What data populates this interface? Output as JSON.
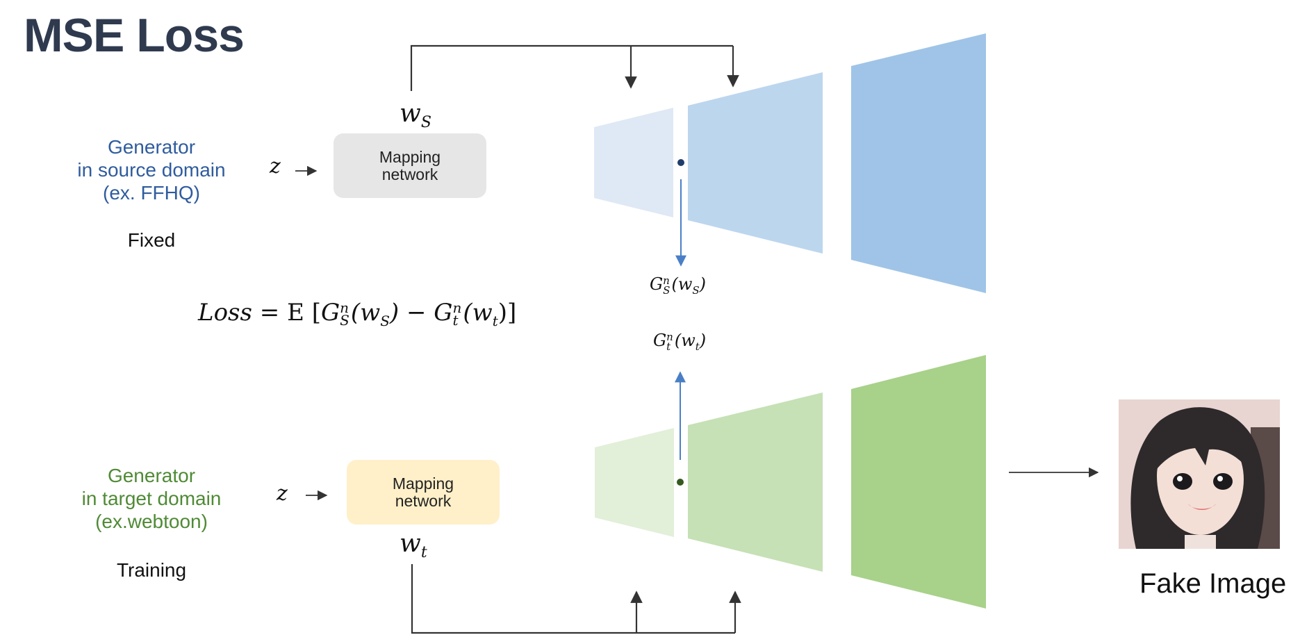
{
  "title": "MSE Loss",
  "source": {
    "label_lines": [
      "Generator",
      "in source domain",
      "(ex. FFHQ)"
    ],
    "state": "Fixed",
    "z": "z",
    "mapping_lines": [
      "Mapping",
      "network"
    ],
    "w": "w",
    "w_sub": "S",
    "feature": "G",
    "feature_sup": "n",
    "feature_sub": "S",
    "feature_arg": "(w",
    "feature_arg_sub": "S",
    "feature_close": ")",
    "colors": [
      "#dfe9f5",
      "#bcd6ee",
      "#9fc4e7"
    ],
    "label_color": "#2f5c9e"
  },
  "target": {
    "label_lines": [
      "Generator",
      "in target domain",
      "(ex.webtoon)"
    ],
    "state": "Training",
    "z": "z",
    "mapping_lines": [
      "Mapping",
      "network"
    ],
    "w": "w",
    "w_sub": "t",
    "feature": "G",
    "feature_sup": "n",
    "feature_sub": "t",
    "feature_arg": "(w",
    "feature_arg_sub": "t",
    "feature_close": ")",
    "colors": [
      "#e2efd9",
      "#c6e1b5",
      "#a8d18a"
    ],
    "label_color": "#4f8a35"
  },
  "loss": {
    "lhs": "Loss",
    "eq": " = ",
    "E": "E",
    "open": " [",
    "G1": "G",
    "G1_sup": "n",
    "G1_sub": "S",
    "arg1": "(w",
    "arg1_sub": "S",
    "close1": ")",
    "minus": " − ",
    "G2": "G",
    "G2_sup": "n",
    "G2_sub": "t",
    "arg2": "(w",
    "arg2_sub": "t",
    "close2": ")]"
  },
  "output_label": "Fake Image",
  "colors": {
    "title": "#2f3a4f",
    "arrow": "#333333",
    "feature_arrow": "#4a7fc6"
  }
}
